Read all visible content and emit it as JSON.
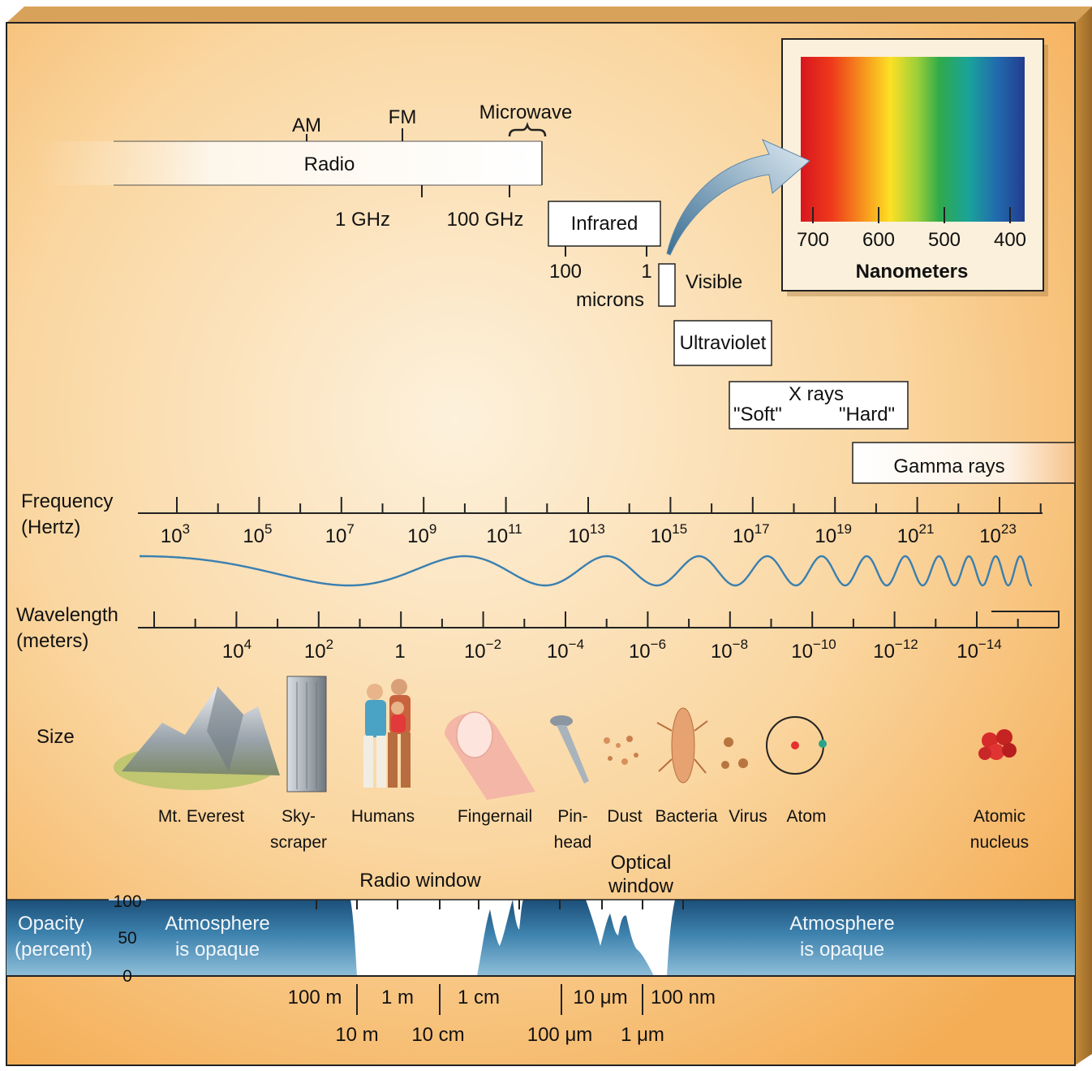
{
  "bands": {
    "radio": "Radio",
    "am": "AM",
    "fm": "FM",
    "microwave": "Microwave",
    "radio_tick_1": "1 GHz",
    "radio_tick_2": "100 GHz",
    "infrared": "Infrared",
    "ir_tick_1": "100",
    "ir_tick_2": "1",
    "microns": "microns",
    "visible": "Visible",
    "ultraviolet": "Ultraviolet",
    "xrays": "X rays",
    "soft": "\"Soft\"",
    "hard": "\"Hard\"",
    "gamma": "Gamma rays"
  },
  "inset": {
    "ticks": [
      "700",
      "600",
      "500",
      "400"
    ],
    "unit": "Nanometers"
  },
  "frequency": {
    "label_1": "Frequency",
    "label_2": "(Hertz)",
    "exponents": [
      "3",
      "5",
      "7",
      "9",
      "11",
      "13",
      "15",
      "17",
      "19",
      "21",
      "23"
    ]
  },
  "wavelength": {
    "label_1": "Wavelength",
    "label_2": "(meters)",
    "ticks": [
      {
        "base": "10",
        "exp": "4"
      },
      {
        "base": "10",
        "exp": "2"
      },
      {
        "base": "1",
        "exp": ""
      },
      {
        "base": "10",
        "exp": "−2"
      },
      {
        "base": "10",
        "exp": "−4"
      },
      {
        "base": "10",
        "exp": "−6"
      },
      {
        "base": "10",
        "exp": "−8"
      },
      {
        "base": "10",
        "exp": "−10"
      },
      {
        "base": "10",
        "exp": "−12"
      },
      {
        "base": "10",
        "exp": "−14"
      }
    ]
  },
  "size": {
    "label": "Size",
    "items": [
      {
        "line1": "Mt. Everest",
        "line2": ""
      },
      {
        "line1": "Sky-",
        "line2": "scraper"
      },
      {
        "line1": "Humans",
        "line2": ""
      },
      {
        "line1": "Fingernail",
        "line2": ""
      },
      {
        "line1": "Pin-",
        "line2": "head"
      },
      {
        "line1": "Dust",
        "line2": ""
      },
      {
        "line1": "Bacteria",
        "line2": ""
      },
      {
        "line1": "Virus",
        "line2": ""
      },
      {
        "line1": "Atom",
        "line2": ""
      },
      {
        "line1": "Atomic",
        "line2": "nucleus"
      }
    ]
  },
  "atmosphere": {
    "radio_window": "Radio window",
    "optical_window_1": "Optical",
    "optical_window_2": "window",
    "opacity_1": "Opacity",
    "opacity_2": "(percent)",
    "y_ticks": [
      "100",
      "50",
      "0"
    ],
    "opaque_1": "Atmosphere",
    "opaque_2": "is opaque",
    "bottom_ticks_upper": [
      "100 m",
      "1 m",
      "1 cm",
      "10 μm",
      "100 nm"
    ],
    "bottom_ticks_lower": [
      "10 m",
      "10 cm",
      "100 μm",
      "1 μm"
    ]
  },
  "colors": {
    "background_warm": "#f6b660",
    "background_light": "#fdf0d8",
    "wave": "#3a7fb0",
    "atmosphere_dark": "#1e5a85",
    "atmosphere_light": "#6fa6c8"
  }
}
